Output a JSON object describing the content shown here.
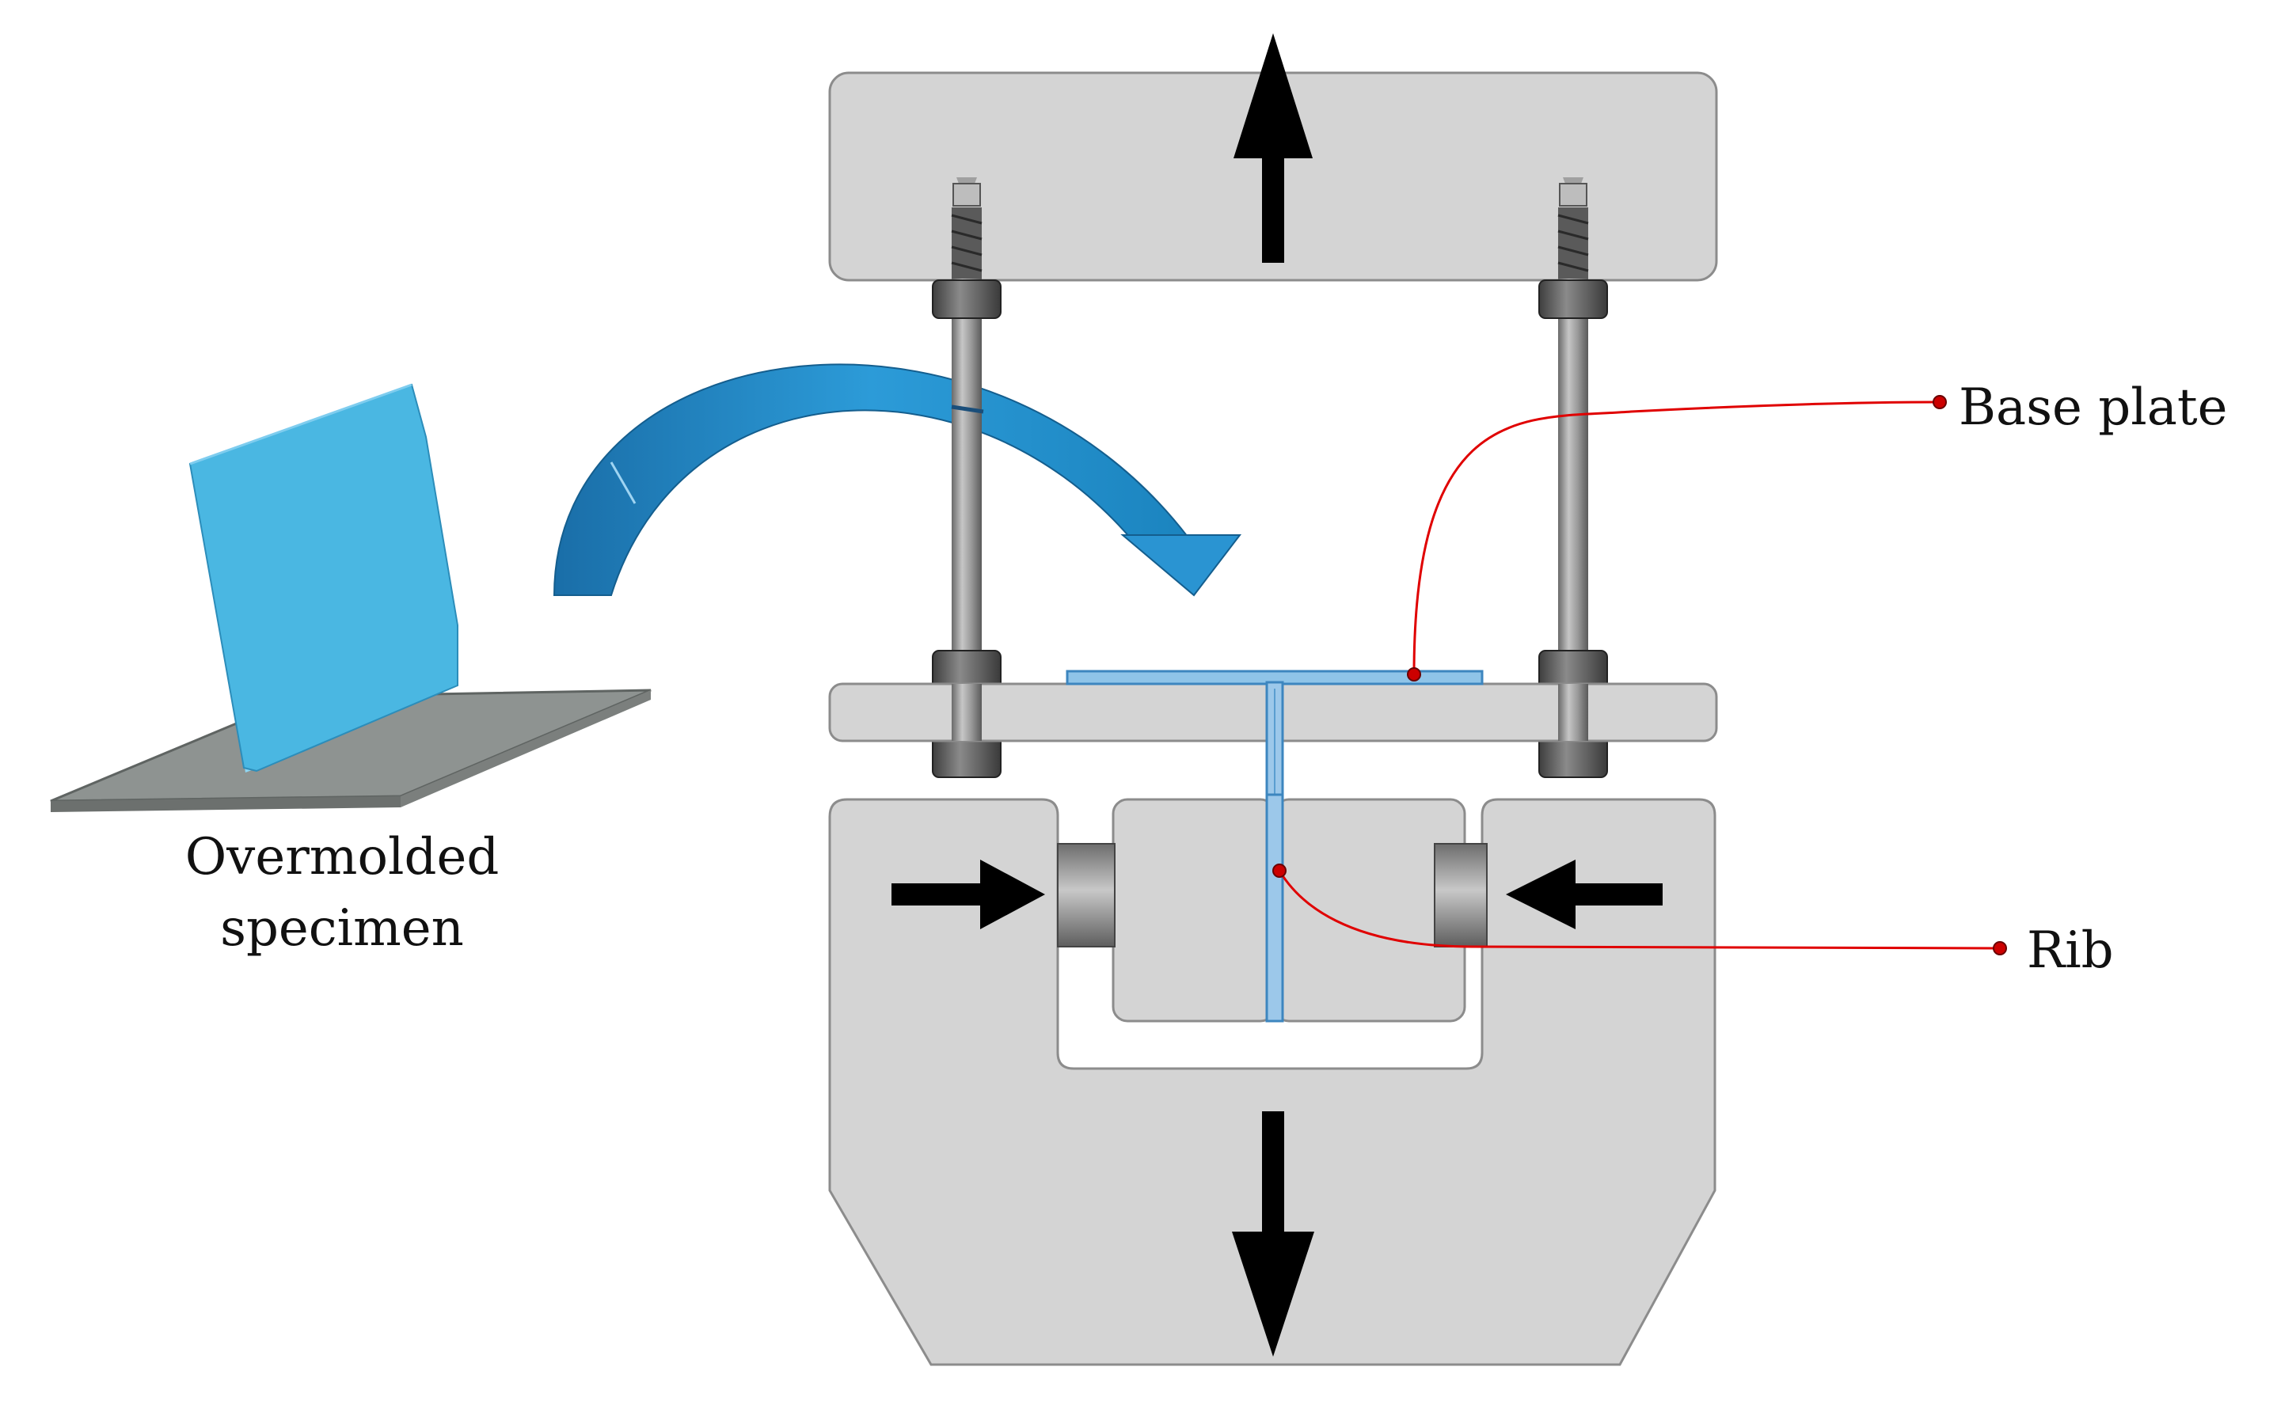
{
  "labels": {
    "specimen_line1": "Overmolded",
    "specimen_line2": "specimen",
    "base_plate": "Base plate",
    "rib": "Rib"
  },
  "colors": {
    "specimen_blue": "#4ab7e2",
    "curved_arrow_blue": "#1b84bf",
    "fixture_grey": "#d4d4d4",
    "leader_red": "#e00000",
    "force_arrows": "#000000"
  },
  "icons": {
    "load_direction": "arrow-icon",
    "transfer": "curved-arrow-icon"
  }
}
